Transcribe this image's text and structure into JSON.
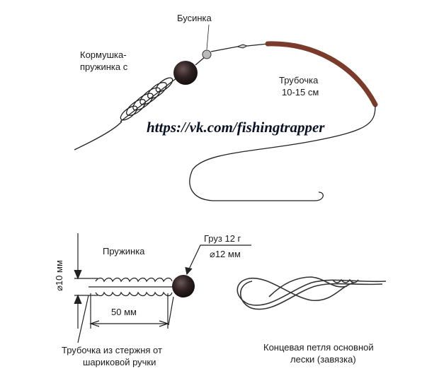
{
  "top_diagram": {
    "bead_label": "Бусинка",
    "feeder_label_1": "Кормушка-",
    "feeder_label_2": "пружинка с",
    "tube_label_1": "Трубочка",
    "tube_label_2": "10-15 см",
    "watermark_url": "https://vk.com/fishingtrapper"
  },
  "bottom_left": {
    "spring_label": "Пружинка",
    "weight_label": "Груз 12 г",
    "weight_diameter": "⌀12 мм",
    "spring_diameter": "⌀10 мм",
    "length_label": "50 мм",
    "tube_caption_1": "Трубочка из стержня от",
    "tube_caption_2": "шариковой ручки"
  },
  "bottom_right": {
    "loop_caption_1": "Концевая петля основной",
    "loop_caption_2": "лески (завязка)"
  },
  "colors": {
    "line": "#222222",
    "tube": "#7a3b2a",
    "ball": "#2a1f1f",
    "url": "#0c1226"
  }
}
